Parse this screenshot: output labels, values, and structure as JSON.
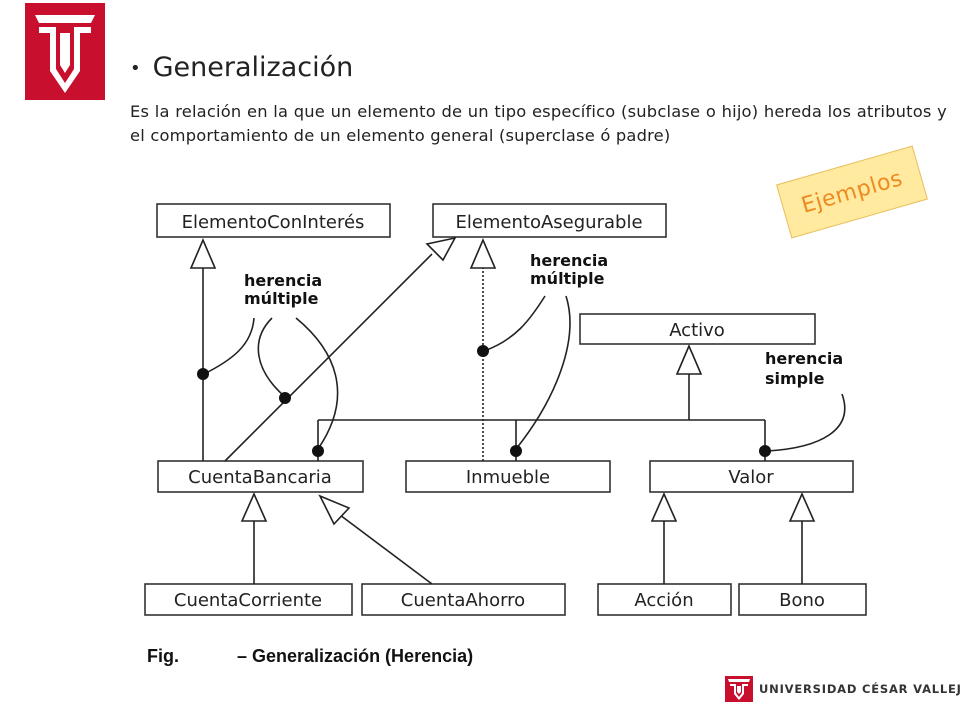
{
  "slide": {
    "title": "Generalización",
    "description": "Es la relación en la que un elemento de un tipo específico (subclase o hijo) hereda los atributos y el comportamiento de un elemento general (superclase ó padre)"
  },
  "diagram": {
    "classes": {
      "elemento_con_interes": "ElementoConInterés",
      "elemento_asegurable": "ElementoAsegurable",
      "activo": "Activo",
      "cuenta_bancaria": "CuentaBancaria",
      "inmueble": "Inmueble",
      "valor": "Valor",
      "cuenta_corriente": "CuentaCorriente",
      "cuenta_ahorro": "CuentaAhorro",
      "accion": "Acción",
      "bono": "Bono"
    },
    "annotations": {
      "herencia_multiple_1": [
        "herencia",
        "múltiple"
      ],
      "herencia_multiple_2": [
        "herencia",
        "múltiple"
      ],
      "herencia_simple": [
        "herencia",
        "simple"
      ]
    },
    "caption": {
      "fig": "Fig.",
      "text": "– Generalización (Herencia)"
    }
  },
  "badge": {
    "label": "Ejemplos"
  },
  "footer": {
    "institution": "UNIVERSIDAD CÉSAR VALLEJO"
  },
  "colors": {
    "brand_red": "#c8102e",
    "badge_bg": "#ffeaa0",
    "badge_text": "#ef8a20"
  }
}
